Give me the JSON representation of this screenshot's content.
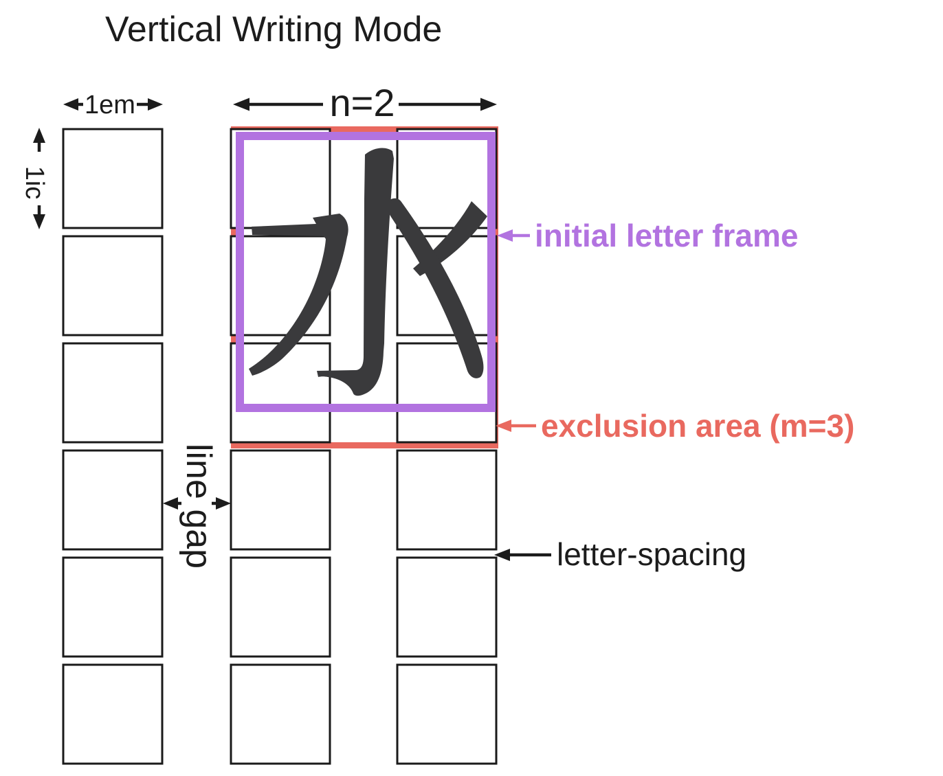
{
  "title": "Vertical Writing Mode",
  "palette": {
    "ink": "#1c1c1c",
    "box_line": "#1a1a1a",
    "glyph": "#3a3a3c",
    "initial_letter_frame": "#b273e0",
    "exclusion_area": "#e9695f",
    "background": "#ffffff"
  },
  "grid": {
    "columns": 3,
    "rows": 6,
    "col_x": [
      92,
      336,
      578
    ],
    "row_y": [
      188,
      344,
      500,
      656,
      812,
      968
    ],
    "cell_size": 144
  },
  "glyph": {
    "character": "水",
    "meaning": "water kanji drop-cap"
  },
  "labels": {
    "em": "1em",
    "ic": "1ic",
    "n": "n=2",
    "line_gap": "line gap",
    "letter_spacing": "letter-spacing",
    "initial_letter_frame": "initial letter frame",
    "exclusion_area": "exclusion area (m=3)"
  }
}
